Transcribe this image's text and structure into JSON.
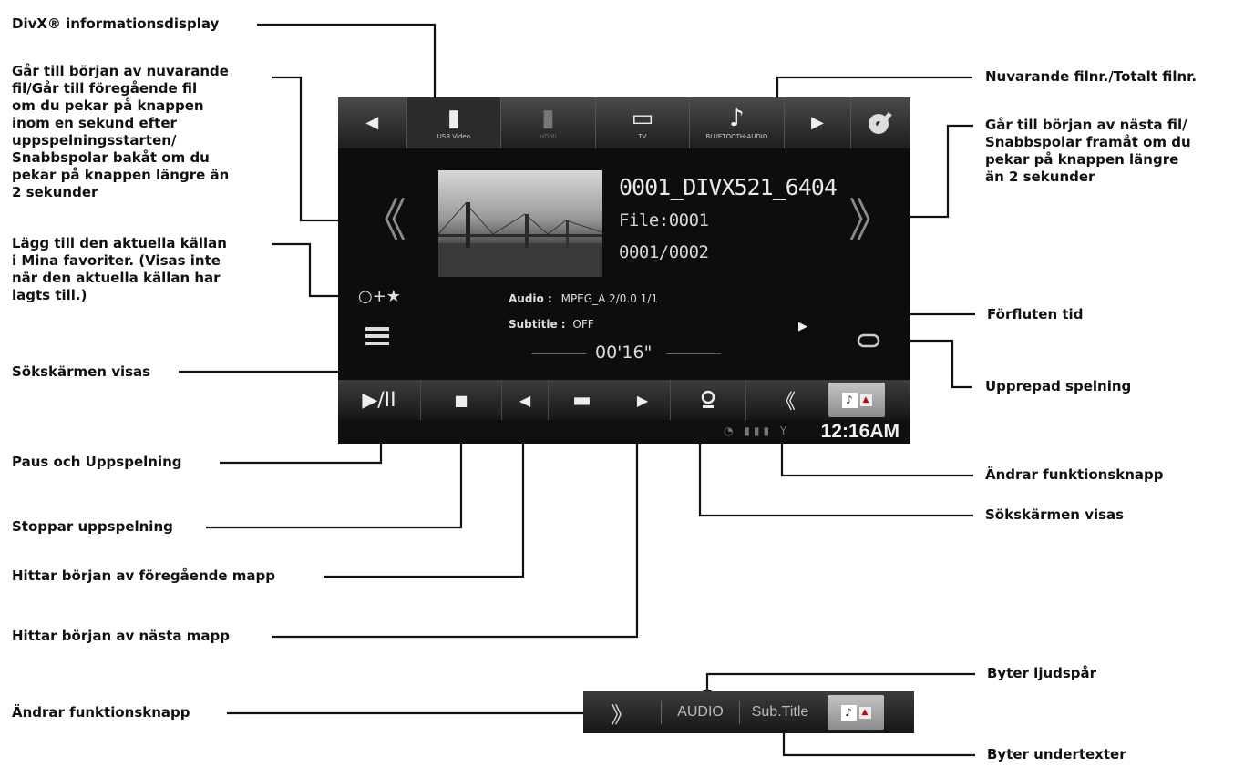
{
  "screen": {
    "topbar": {
      "tabs": [
        {
          "label": "USB Video",
          "icon": "usb-stick-icon"
        },
        {
          "label": "HDMI",
          "icon": "hdmi-plug-icon"
        },
        {
          "label": "TV",
          "icon": "tv-icon"
        },
        {
          "label": "BLUETOOTH-AUDIO",
          "icon": "bluetooth-music-icon"
        }
      ],
      "prev_glyph": "◀",
      "next_glyph": "▶",
      "setup_icon": "setup-disc-wrench-icon"
    },
    "now_playing": {
      "filename": "0001_DIVX521_6404",
      "file_line": "File:0001",
      "file_count": "0001/0002",
      "audio_label": "Audio :",
      "audio_value": "MPEG_A  2/0.0  1/1",
      "subtitle_label": "Subtitle :",
      "subtitle_value": "OFF",
      "elapsed": "00'16\""
    },
    "side": {
      "prev_glyph": "《",
      "next_glyph": "》",
      "fav_glyph": "○+★"
    },
    "controls": {
      "play_pause": "▶/II",
      "stop": "■",
      "prev_folder": "◀",
      "folder": "▬",
      "next_folder": "▶",
      "search": "🔍",
      "mode_change": "《",
      "mode_note": "♪",
      "mode_flag": "▲"
    },
    "status": {
      "icons": "◔ ▮▮▮ Y",
      "clock": "12:16AM"
    }
  },
  "alt_bar": {
    "mode_change": "》",
    "audio": "AUDIO",
    "subtitle": "Sub.Title",
    "mode_note": "♪",
    "mode_flag": "▲"
  },
  "callouts": {
    "divx_info": "DivX® informationsdisplay",
    "prev_file": "Går till början av nuvarande\nfil/Går till föregående fil\nom du pekar på knappen\ninom en sekund efter\nuppspelningsstarten/\nSnabbspolar bakåt om du\npekar på knappen längre än\n2 sekunder",
    "add_fav": "Lägg till den aktuella källan\ni Mina favoriter. (Visas inte\nnär den aktuella källan har\nlagts till.)",
    "search_left": "Sökskärmen visas",
    "pause_play": "Paus och Uppspelning",
    "stop": "Stoppar uppspelning",
    "prev_folder": "Hittar början av föregående mapp",
    "next_folder": "Hittar början av nästa mapp",
    "change_func_alt": "Ändrar funktionsknapp",
    "file_count": "Nuvarande filnr./Totalt filnr.",
    "next_file": "Går till början av nästa fil/\nSnabbspolar framåt om du\npekar på knappen längre\nän 2 sekunder",
    "elapsed": "Förfluten tid",
    "repeat": "Upprepad spelning",
    "change_func": "Ändrar funktionsknapp",
    "search_right": "Sökskärmen visas",
    "audio_track": "Byter ljudspår",
    "subtitle": "Byter undertexter"
  }
}
